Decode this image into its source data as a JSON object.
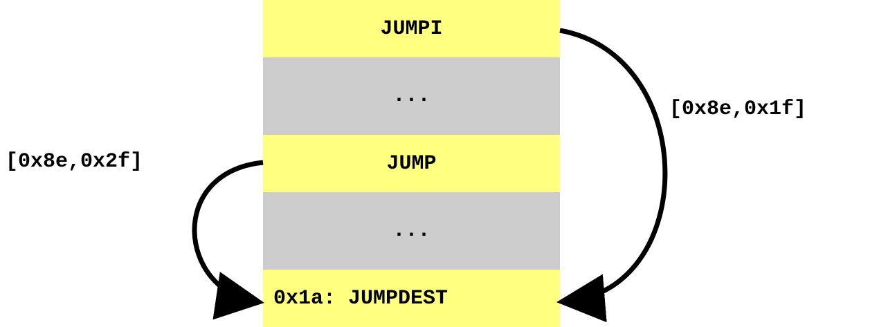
{
  "blocks": {
    "jumpi": "JUMPI",
    "gap_top": "...",
    "jump": "JUMP",
    "gap_bottom": "...",
    "jumpdest": "0x1a: JUMPDEST"
  },
  "edges": {
    "jumpi_label": "[0x8e,0x1f]",
    "jump_label": "[0x8e,0x2f]"
  },
  "colors": {
    "instruction_block": "#ffff80",
    "filler_block": "#cccccc",
    "arrow": "#000000"
  }
}
